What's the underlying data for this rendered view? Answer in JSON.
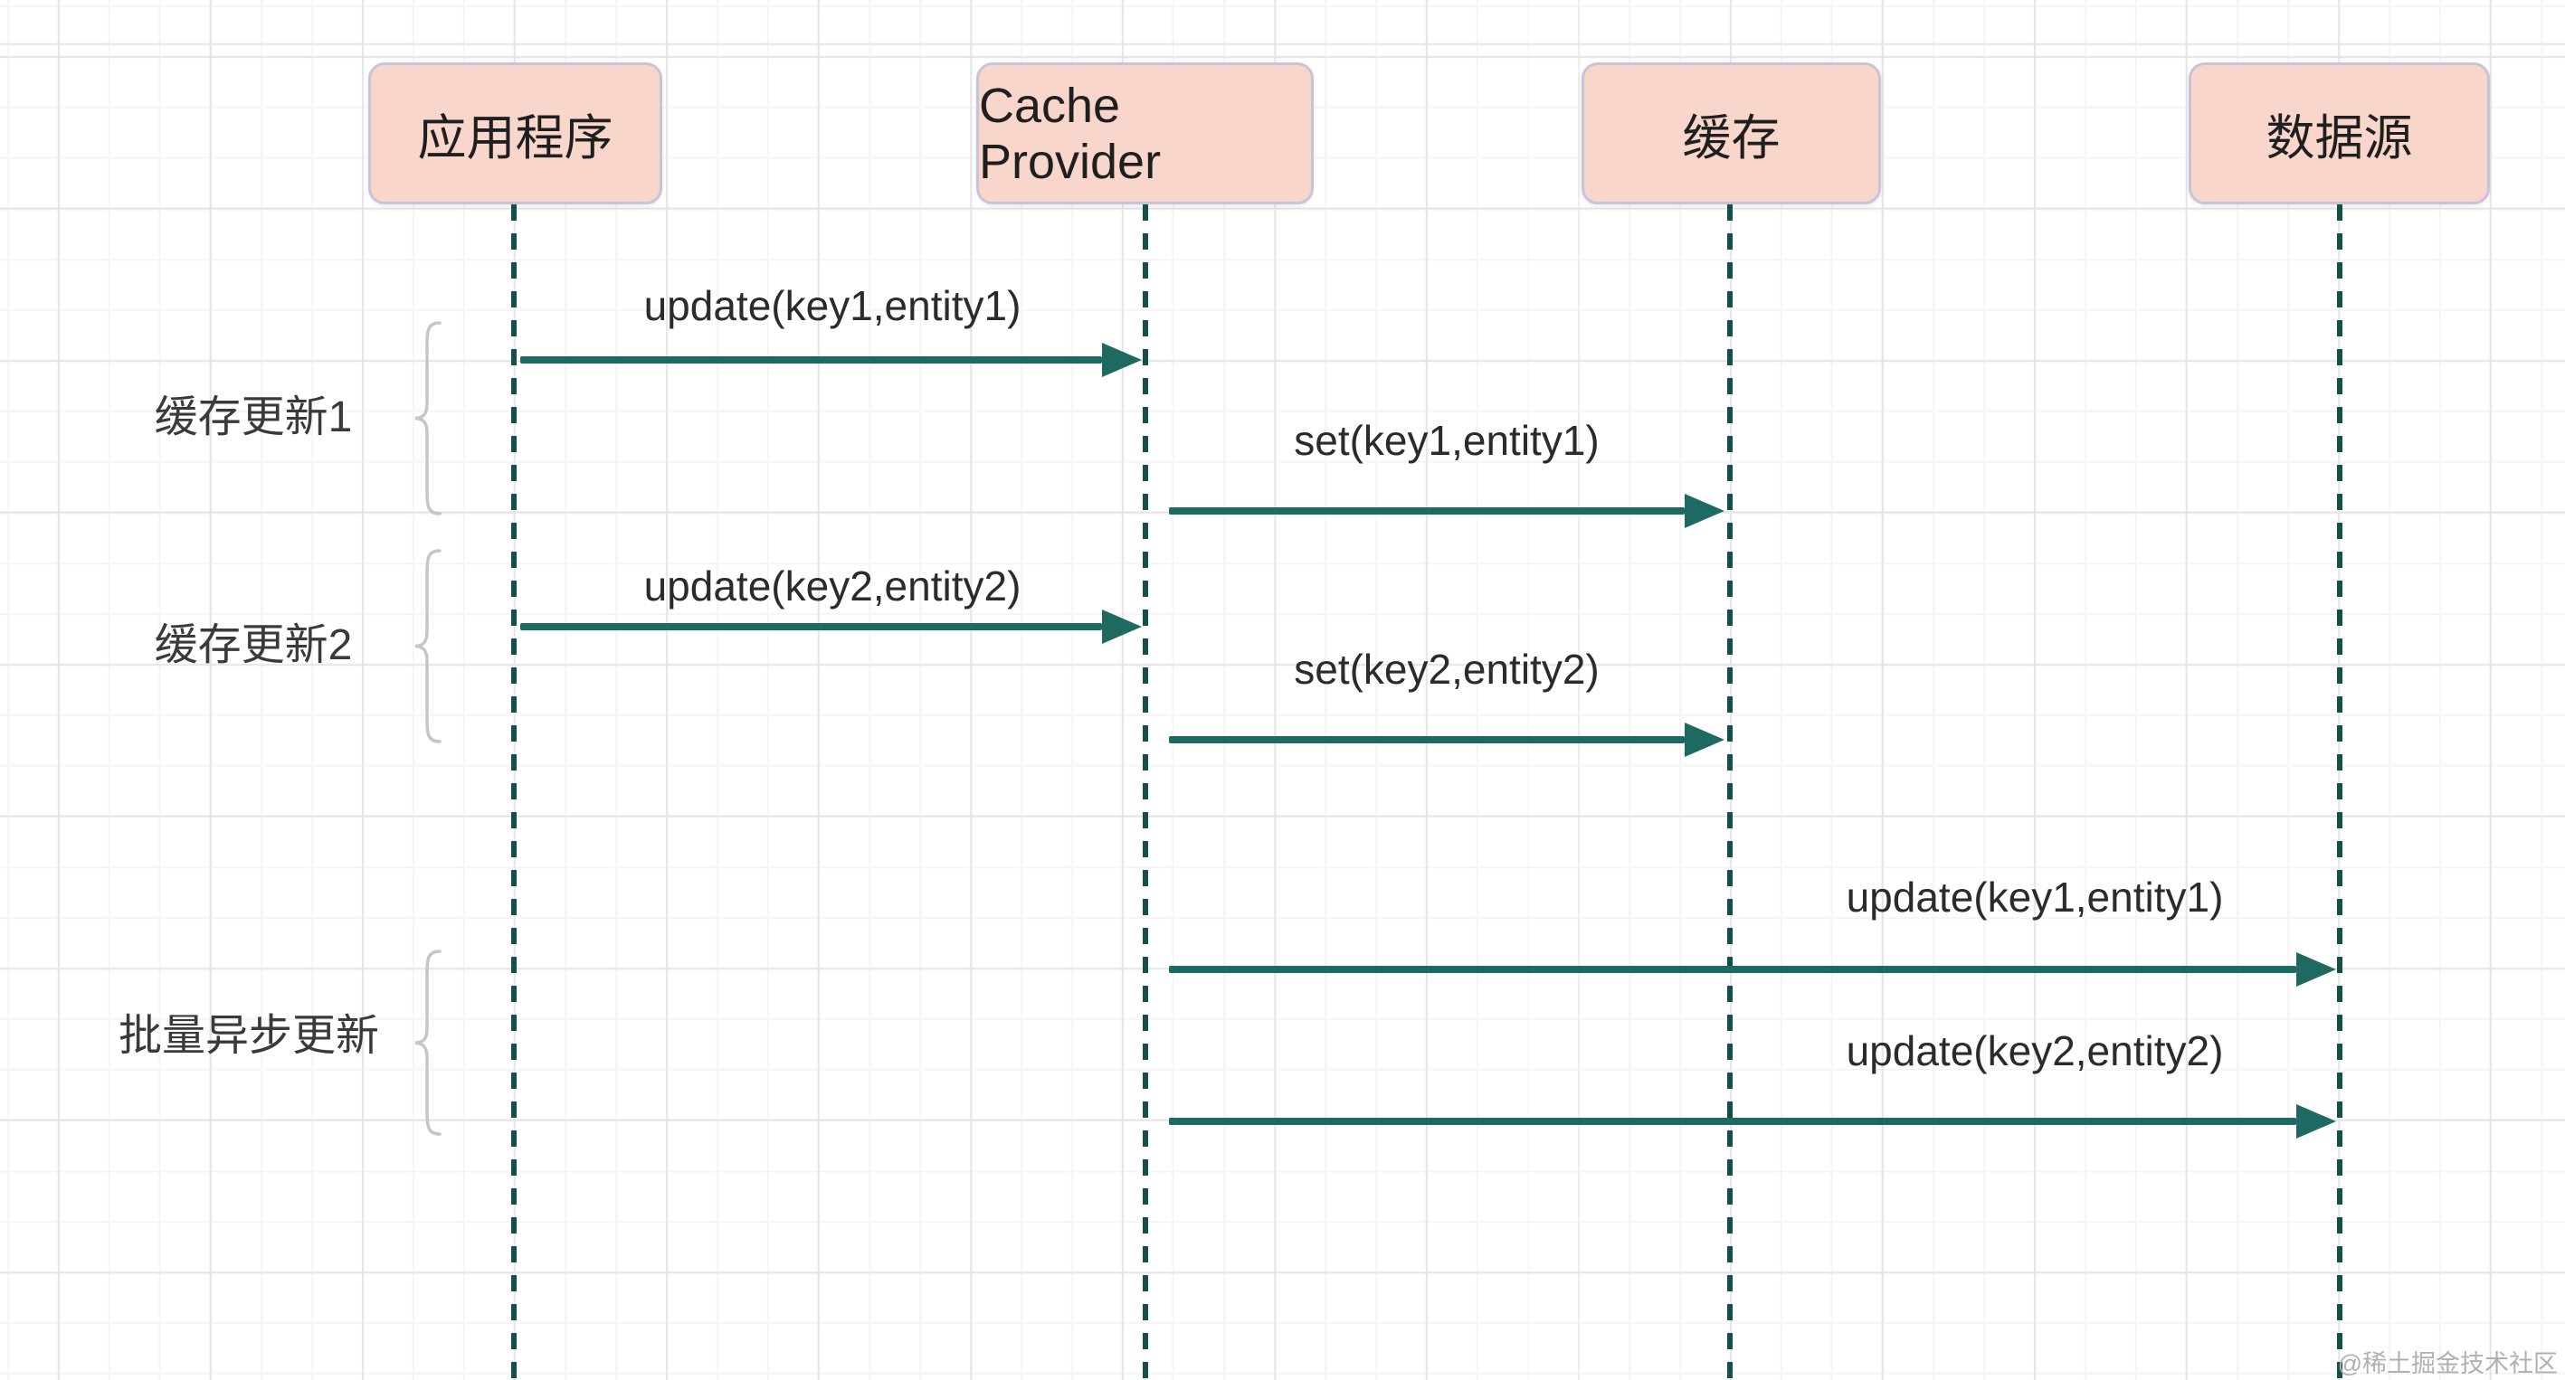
{
  "diagram": {
    "type": "sequence-diagram",
    "actors": [
      {
        "id": "application",
        "label": "应用程序"
      },
      {
        "id": "cache-provider",
        "label": "Cache Provider"
      },
      {
        "id": "cache",
        "label": "缓存"
      },
      {
        "id": "datasource",
        "label": "数据源"
      }
    ],
    "messages": [
      {
        "label": "update(key1,entity1)",
        "from": "应用程序",
        "to": "Cache Provider"
      },
      {
        "label": "set(key1,entity1)",
        "from": "Cache Provider",
        "to": "缓存"
      },
      {
        "label": "update(key2,entity2)",
        "from": "应用程序",
        "to": "Cache Provider"
      },
      {
        "label": "set(key2,entity2)",
        "from": "Cache Provider",
        "to": "缓存"
      },
      {
        "label": "update(key1,entity1)",
        "from": "Cache Provider",
        "to": "数据源"
      },
      {
        "label": "update(key2,entity2)",
        "from": "Cache Provider",
        "to": "数据源"
      }
    ],
    "groups": [
      {
        "label": "缓存更新1",
        "covers": [
          "update(key1,entity1)",
          "set(key1,entity1)"
        ]
      },
      {
        "label": "缓存更新2",
        "covers": [
          "update(key2,entity2)",
          "set(key2,entity2)"
        ]
      },
      {
        "label": "批量异步更新",
        "covers": [
          "update(key1,entity1)",
          "update(key2,entity2)"
        ]
      }
    ],
    "watermark": "@稀土掘金技术社区",
    "colors": {
      "actor_fill": "#f9d6cb",
      "actor_border": "#c7c4d9",
      "arrow": "#1e6a63",
      "lifeline": "#155048",
      "msg_text": "#2b2b2b",
      "group_text": "#3a3a3a",
      "brace": "#c6c6c6",
      "watermark": "#b0b0b0",
      "grid_major": "#e5e5e5",
      "grid_minor": "#f5f5f5"
    }
  }
}
